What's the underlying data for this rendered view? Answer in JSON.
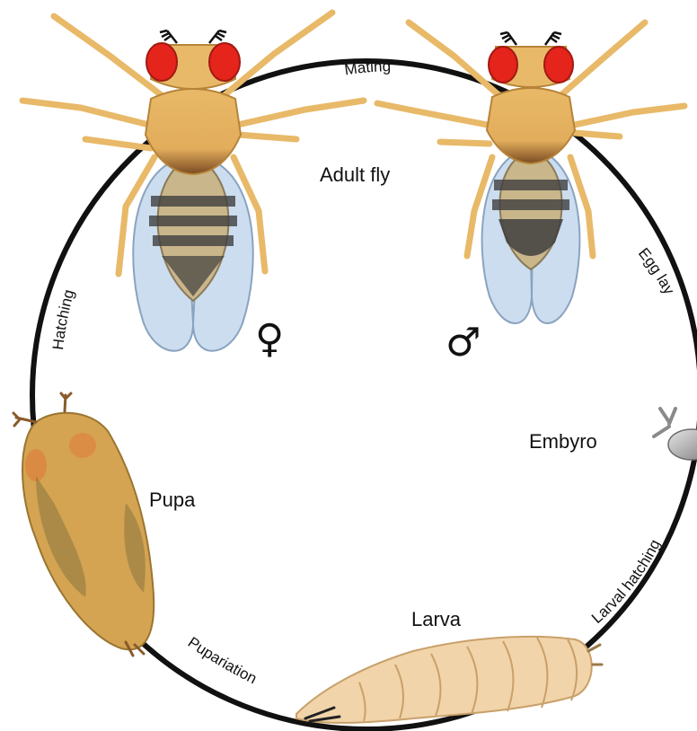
{
  "labels": {
    "adult": "Adult fly",
    "embryo": "Embyro",
    "pupa": "Pupa",
    "larva": "Larva"
  },
  "transitions": {
    "mating": "Mating",
    "egg_lay": "Egg lay",
    "larval_hatching": "Larval hatching",
    "pupariation": "Pupariation",
    "hatching": "Hatching"
  },
  "symbols": {
    "female": "♀",
    "male": "♂"
  },
  "colors": {
    "cycle": "#111111",
    "body": "#e8b968",
    "body_outline": "#b68338",
    "eye": "#e5241c",
    "wing": "#b9d1ea",
    "abdomen_dark": "#3f3f3f",
    "pupa": "#d4a452",
    "larva": "#f1d4a9",
    "embryo": "#9a9a9a"
  }
}
